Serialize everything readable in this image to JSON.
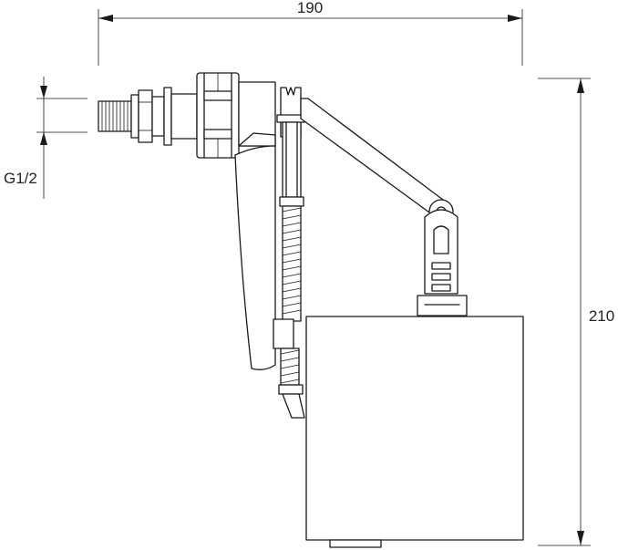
{
  "dimensions": {
    "width_label": "190",
    "height_label": "210",
    "thread_label": "G1/2"
  },
  "colors": {
    "line": "#1a1a1a",
    "background": "#ffffff"
  }
}
